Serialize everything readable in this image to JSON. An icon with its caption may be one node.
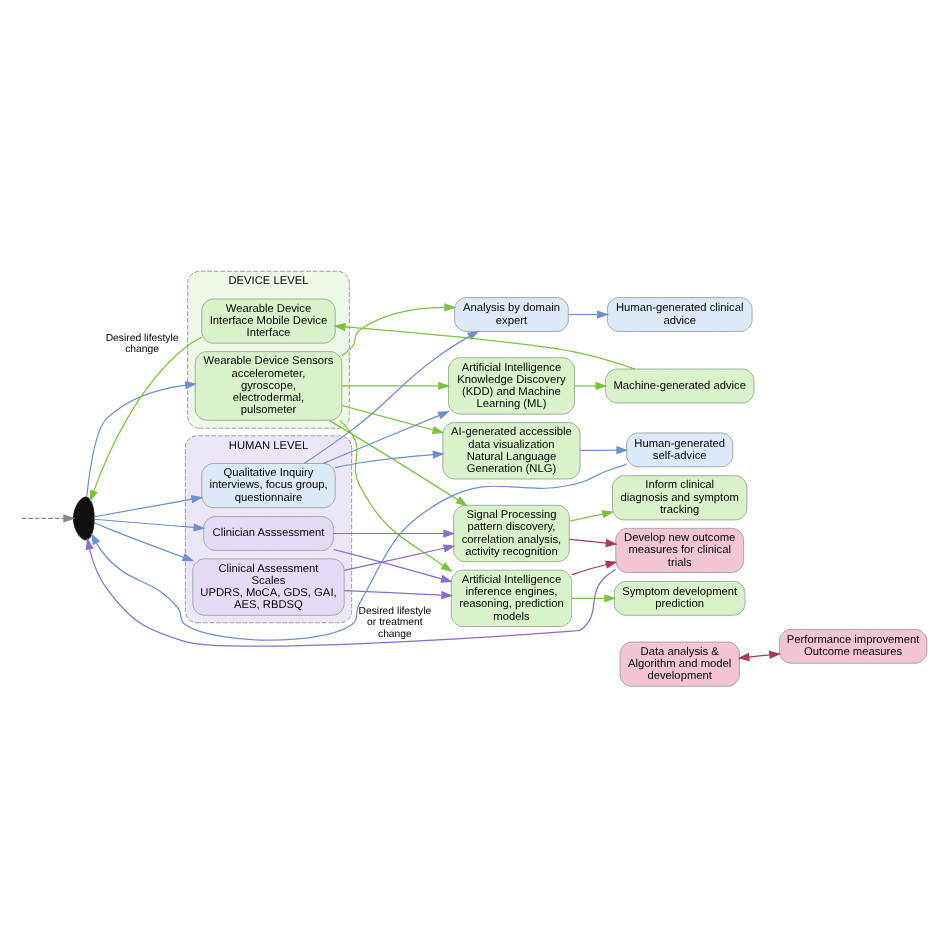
{
  "diagram": {
    "nodes": [
      {
        "text": [],
        "shape": "person"
      },
      {
        "text": [
          "DEVICE LEVEL"
        ]
      },
      {
        "text": [
          "Wearable Device Interface Mobile Device Interface"
        ],
        "in": 1
      },
      {
        "text": [
          "Wearable Device Sensors",
          "accelerometer, gyroscope, electrodermal, pulsometer"
        ],
        "in": 1
      },
      {
        "text": [
          "HUMAN LEVEL"
        ]
      },
      {
        "text": [
          "Qualitative Inquiry",
          "interviews, focus group, questionnaire"
        ],
        "in": 4
      },
      {
        "text": [
          "Clinical Assessment Scales",
          "UPDRS, MoCA, GDS, GAI, AES, RBDSQ"
        ],
        "in": 4
      },
      {
        "text": [
          "Clinician Asssessment"
        ],
        "in": 4
      },
      {
        "text": [
          "Artificial Intelligence",
          "Knowledge Discovery (KDD) and Machine Learning (ML)"
        ]
      },
      {
        "text": [
          "Analysis by domain expert"
        ]
      },
      {
        "text": [
          "AI-generated accessible data visualization",
          "Natural Language Generation (NLG)"
        ]
      },
      {
        "text": [
          "Signal Processing",
          "pattern discovery, correlation analysis, activity recognition"
        ]
      },
      {
        "text": [
          "Artificial Intelligence",
          "inference engines, reasoning, prediction models"
        ]
      },
      {
        "text": [
          "Machine-generated advice"
        ]
      },
      {
        "text": [
          "Human-generated clinical advice"
        ]
      },
      {
        "text": [
          "Human-generated self-advice"
        ]
      },
      {
        "text": [
          "Inform clinical diagnosis and symptom tracking"
        ]
      },
      {
        "text": [
          "Develop new outcome measures for clinical trials"
        ]
      },
      {
        "text": [
          "Symptom development prediction"
        ]
      },
      {
        "text": [
          "Data analysis & Algorithm and model development"
        ]
      },
      {
        "text": [
          "Performance improvement Outcome measures"
        ]
      }
    ],
    "edges": [
      {
        "from": null,
        "to": 0,
        "arrow": "to",
        "style": "dashed",
        "color": "#888888"
      },
      {
        "from": 0,
        "to": 3,
        "arrow": "to",
        "color": "#6a8fd0"
      },
      {
        "from": 0,
        "to": 5,
        "arrow": "to",
        "color": "#6a8fd0"
      },
      {
        "from": 0,
        "to": 6,
        "arrow": "to",
        "color": "#6a8fd0"
      },
      {
        "from": 0,
        "to": 7,
        "arrow": "to",
        "color": "#6a8fd0"
      },
      {
        "from": 3,
        "to": 8,
        "arrow": "to",
        "color": "#7cc242"
      },
      {
        "from": 3,
        "to": 9,
        "arrow": "to",
        "color": "#7cc242"
      },
      {
        "from": 3,
        "to": 10,
        "arrow": "to",
        "color": "#7cc242"
      },
      {
        "from": 3,
        "to": 11,
        "arrow": "to",
        "color": "#7cc242"
      },
      {
        "from": 3,
        "to": 12,
        "arrow": "to",
        "color": "#7cc242"
      },
      {
        "from": 5,
        "to": 8,
        "arrow": "to",
        "color": "#6a8fd0"
      },
      {
        "from": 5,
        "to": 9,
        "arrow": "to",
        "color": "#6a8fd0"
      },
      {
        "from": 5,
        "to": 10,
        "arrow": "to",
        "color": "#6a8fd0"
      },
      {
        "from": 6,
        "to": 11,
        "arrow": "to",
        "color": "#8a6bd1"
      },
      {
        "from": 6,
        "to": 12,
        "arrow": "to",
        "color": "#8a6bd1"
      },
      {
        "from": 7,
        "to": 11,
        "arrow": "to",
        "color": "#8a6bd1"
      },
      {
        "from": 7,
        "to": 12,
        "arrow": "to",
        "color": "#8a6bd1"
      },
      {
        "from": 8,
        "to": 13,
        "arrow": "to",
        "color": "#7cc242"
      },
      {
        "from": 9,
        "to": 14,
        "arrow": "to",
        "color": "#6a8fd0"
      },
      {
        "from": 10,
        "to": 15,
        "arrow": "to",
        "color": "#6a8fd0"
      },
      {
        "from": 11,
        "to": 16,
        "arrow": "to",
        "color": "#7cc242"
      },
      {
        "from": 11,
        "to": 17,
        "arrow": "to",
        "color": "#a83a5a"
      },
      {
        "from": 12,
        "to": 17,
        "arrow": "to",
        "color": "#a83a5a"
      },
      {
        "from": 12,
        "to": 18,
        "arrow": "to",
        "color": "#7cc242"
      },
      {
        "from": 13,
        "to": 2,
        "arrow": "to",
        "color": "#7cc242"
      },
      {
        "from": 2,
        "to": 0,
        "arrow": "to",
        "label": "Desired lifestyle change",
        "color": "#7cc242"
      },
      {
        "from": 15,
        "to": 0,
        "arrow": "to",
        "color": "#6a8fd0"
      },
      {
        "from": 17,
        "to": 0,
        "arrow": "to",
        "label": "Desired lifestyle or treatment change",
        "color": "#8a6bd1"
      },
      {
        "from": 19,
        "to": 20,
        "arrow": "both",
        "color": "#a83a5a"
      }
    ]
  }
}
